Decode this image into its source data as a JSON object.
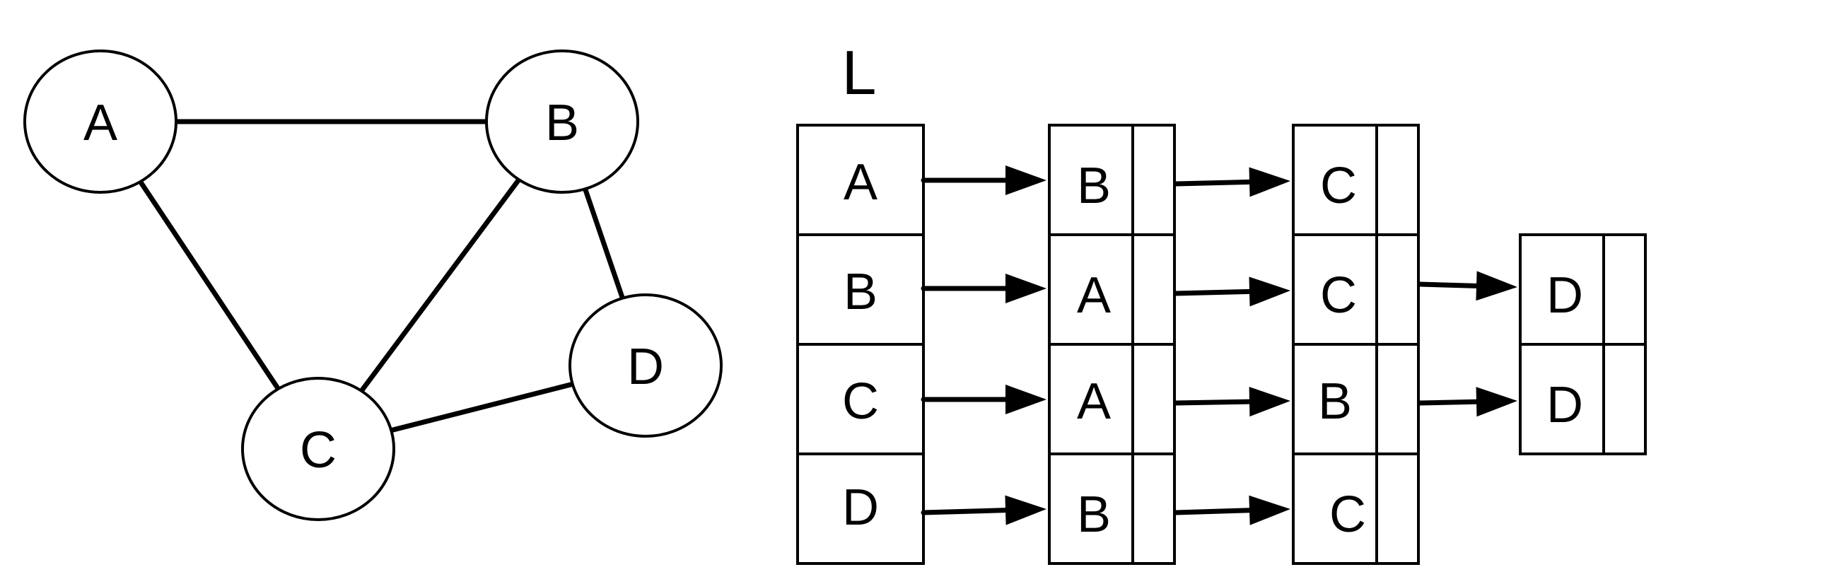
{
  "graph": {
    "nodes": [
      {
        "id": "A",
        "label": "A"
      },
      {
        "id": "B",
        "label": "B"
      },
      {
        "id": "C",
        "label": "C"
      },
      {
        "id": "D",
        "label": "D"
      }
    ],
    "edges": [
      [
        "A",
        "B"
      ],
      [
        "A",
        "C"
      ],
      [
        "B",
        "C"
      ],
      [
        "B",
        "D"
      ],
      [
        "C",
        "D"
      ]
    ]
  },
  "adjacency_list": {
    "title": "L",
    "head_cells": [
      "A",
      "B",
      "C",
      "D"
    ],
    "lists": [
      [
        "B",
        "C"
      ],
      [
        "A",
        "C",
        "D"
      ],
      [
        "A",
        "B",
        "D"
      ],
      [
        "B",
        "C"
      ]
    ]
  },
  "colors": {
    "stroke": "#000000",
    "fill": "#ffffff"
  }
}
